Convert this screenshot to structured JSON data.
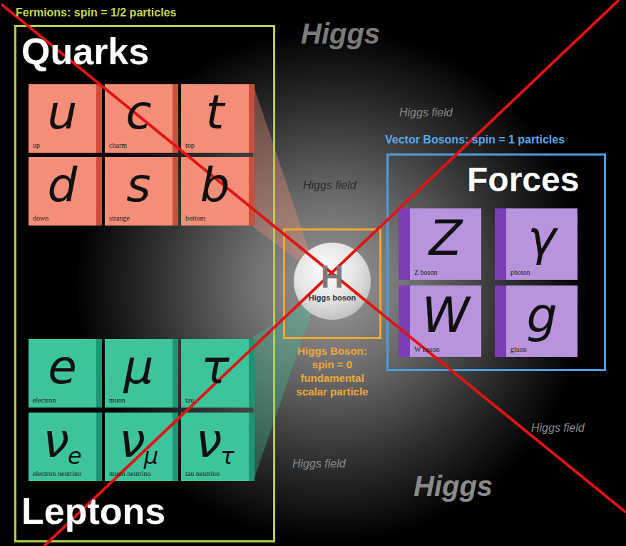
{
  "diagram": {
    "nodes": [
      {
        "text": [
          "Fermions: spin = 1/2 particles",
          "Quarks",
          "Leptons"
        ]
      },
      {
        "text": [
          "u",
          "up"
        ],
        "in": 0
      },
      {
        "text": [
          "c",
          "charm"
        ],
        "in": 0
      },
      {
        "text": [
          "t",
          "top"
        ],
        "in": 0
      },
      {
        "text": [
          "d",
          "down"
        ],
        "in": 0
      },
      {
        "text": [
          "s",
          "strange"
        ],
        "in": 0
      },
      {
        "text": [
          "b",
          "bottom"
        ],
        "in": 0
      },
      {
        "text": [
          "e",
          "electron"
        ],
        "in": 0
      },
      {
        "text": [
          "μ",
          "muon"
        ],
        "in": 0
      },
      {
        "text": [
          "τ",
          "tau"
        ],
        "in": 0
      },
      {
        "text": [
          "ν",
          "e",
          "electron neutrino"
        ],
        "in": 0
      },
      {
        "text": [
          "ν",
          "μ",
          "muon neutrino"
        ],
        "in": 0
      },
      {
        "text": [
          "ν",
          "τ",
          "tau neutrino"
        ],
        "in": 0
      },
      {
        "text": [
          "Higgs Boson: spin = 0 fundamental scalar particle"
        ]
      },
      {
        "text": [
          "H",
          "Higgs boson"
        ],
        "in": 13
      },
      {
        "text": [
          "Vector Bosons: spin = 1 particles",
          "Forces"
        ]
      },
      {
        "text": [
          "Z",
          "Z boson"
        ],
        "in": 15
      },
      {
        "text": [
          "γ",
          "photon"
        ],
        "in": 15
      },
      {
        "text": [
          "W",
          "W boson"
        ],
        "in": 15
      },
      {
        "text": [
          "g",
          "gluon"
        ],
        "in": 15
      }
    ],
    "labels": [
      "Higgs",
      "Higgs field",
      "Higgs field",
      "Higgs field",
      "Higgs",
      "Higgs field"
    ]
  }
}
